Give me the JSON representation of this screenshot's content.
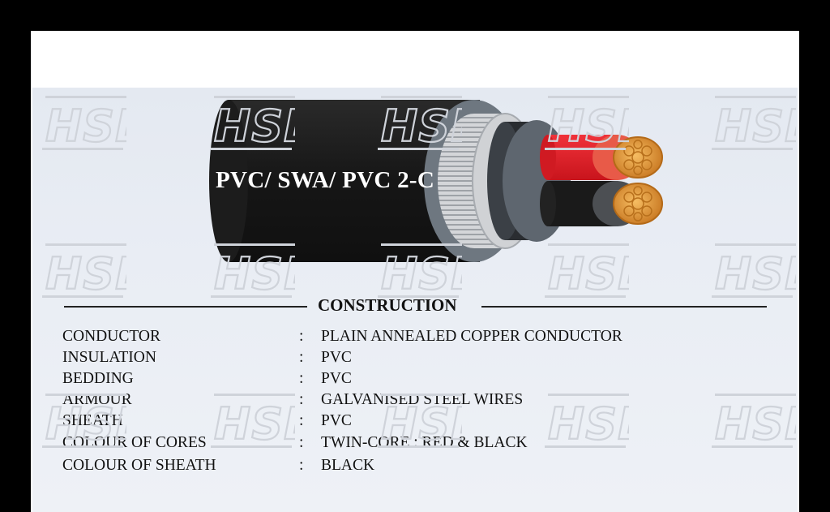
{
  "cable": {
    "title": "PVC/ SWA/ PVC 2-C"
  },
  "watermark": {
    "text": "HSE"
  },
  "construction": {
    "heading": "CONSTRUCTION",
    "rows": [
      {
        "label": "CONDUCTOR",
        "separator": ":",
        "value": "PLAIN ANNEALED COPPER CONDUCTOR"
      },
      {
        "label": "INSULATION",
        "separator": ":",
        "value": "PVC"
      },
      {
        "label": "BEDDING",
        "separator": ":",
        "value": "PVC"
      },
      {
        "label": "ARMOUR",
        "separator": ":",
        "value": "GALVANISED STEEL WIRES"
      },
      {
        "label": "SHEATH",
        "separator": ":",
        "value": "PVC"
      },
      {
        "label": "COLOUR OF CORES",
        "separator": ":",
        "value": "TWIN-CORE : RED & BLACK"
      },
      {
        "label": "COLOUR OF SHEATH",
        "separator": ":",
        "value": "BLACK"
      }
    ]
  },
  "colors": {
    "sheath": "#1b1b1b",
    "armour": "#c9cbce",
    "bedding": "#5c646c",
    "core_red": "#e21b24",
    "core_black": "#1a1a1a",
    "copper": "#e29a3c"
  }
}
